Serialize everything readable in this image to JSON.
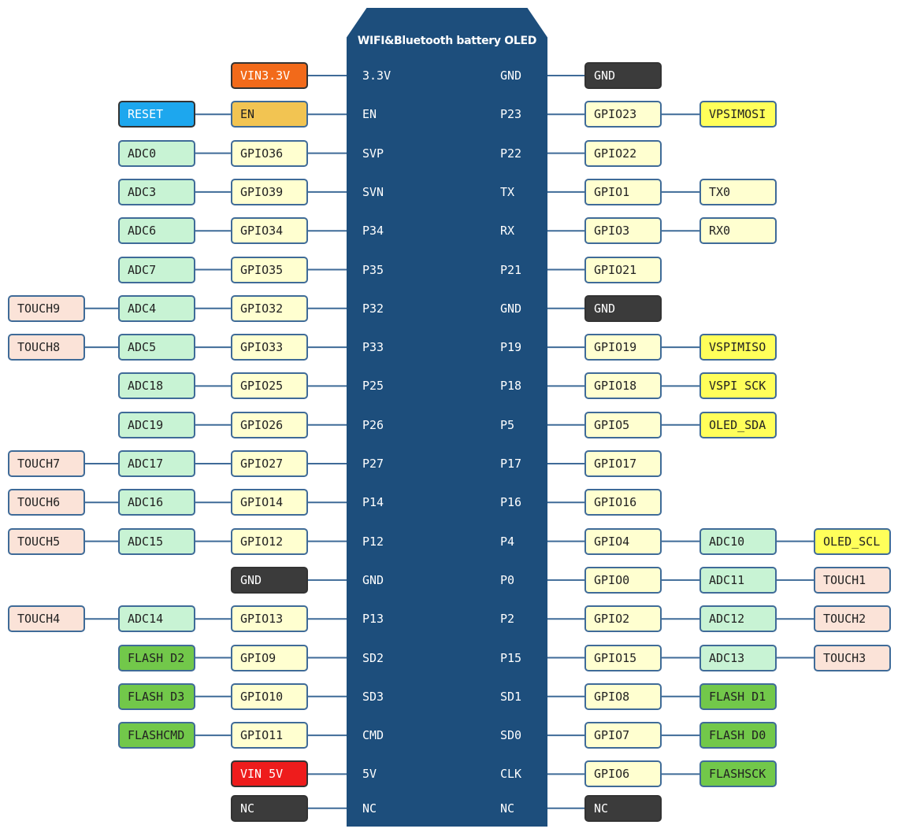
{
  "board_title": "WIFI&Bluetooth battery OLED",
  "colors": {
    "board": "#1d4e7c",
    "power": "#f26a1a",
    "en": "#f2c452",
    "reset": "#1da7ee",
    "gpio": "#ffffd0",
    "adc": "#c8f3d4",
    "touch": "#fbe3d8",
    "gnd": "#3b3b3b",
    "vin5": "#ee1c1c",
    "flash": "#72c84a",
    "spi_oled": "#ffff5a",
    "uart": "#ffffd0"
  },
  "left_pins": [
    {
      "label": "3.3V",
      "boxes": [
        "",
        "",
        "VIN3.3V"
      ],
      "types": [
        "",
        "",
        "power"
      ]
    },
    {
      "label": "EN",
      "boxes": [
        "",
        "RESET",
        "EN"
      ],
      "types": [
        "",
        "reset",
        "en"
      ]
    },
    {
      "label": "SVP",
      "boxes": [
        "",
        "ADC0",
        "GPIO36"
      ],
      "types": [
        "",
        "adc",
        "gpio"
      ]
    },
    {
      "label": "SVN",
      "boxes": [
        "",
        "ADC3",
        "GPIO39"
      ],
      "types": [
        "",
        "adc",
        "gpio"
      ]
    },
    {
      "label": "P34",
      "boxes": [
        "",
        "ADC6",
        "GPIO34"
      ],
      "types": [
        "",
        "adc",
        "gpio"
      ]
    },
    {
      "label": "P35",
      "boxes": [
        "",
        "ADC7",
        "GPIO35"
      ],
      "types": [
        "",
        "adc",
        "gpio"
      ]
    },
    {
      "label": "P32",
      "boxes": [
        "TOUCH9",
        "ADC4",
        "GPIO32"
      ],
      "types": [
        "touch",
        "adc",
        "gpio"
      ]
    },
    {
      "label": "P33",
      "boxes": [
        "TOUCH8",
        "ADC5",
        "GPIO33"
      ],
      "types": [
        "touch",
        "adc",
        "gpio"
      ]
    },
    {
      "label": "P25",
      "boxes": [
        "",
        "ADC18",
        "GPIO25"
      ],
      "types": [
        "",
        "adc",
        "gpio"
      ]
    },
    {
      "label": "P26",
      "boxes": [
        "",
        "ADC19",
        "GPIO26"
      ],
      "types": [
        "",
        "adc",
        "gpio"
      ]
    },
    {
      "label": "P27",
      "boxes": [
        "TOUCH7",
        "ADC17",
        "GPIO27"
      ],
      "types": [
        "touch",
        "adc",
        "gpio"
      ]
    },
    {
      "label": "P14",
      "boxes": [
        "TOUCH6",
        "ADC16",
        "GPIO14"
      ],
      "types": [
        "touch",
        "adc",
        "gpio"
      ]
    },
    {
      "label": "P12",
      "boxes": [
        "TOUCH5",
        "ADC15",
        "GPIO12"
      ],
      "types": [
        "touch",
        "adc",
        "gpio"
      ]
    },
    {
      "label": "GND",
      "boxes": [
        "",
        "",
        "GND"
      ],
      "types": [
        "",
        "",
        "gnd"
      ]
    },
    {
      "label": "P13",
      "boxes": [
        "TOUCH4",
        "ADC14",
        "GPIO13"
      ],
      "types": [
        "touch",
        "adc",
        "gpio"
      ]
    },
    {
      "label": "SD2",
      "boxes": [
        "",
        "FLASH D2",
        "GPIO9"
      ],
      "types": [
        "",
        "flash",
        "gpio"
      ]
    },
    {
      "label": "SD3",
      "boxes": [
        "",
        "FLASH D3",
        "GPIO10"
      ],
      "types": [
        "",
        "flash",
        "gpio"
      ]
    },
    {
      "label": "CMD",
      "boxes": [
        "",
        "FLASHCMD",
        "GPIO11"
      ],
      "types": [
        "",
        "flash",
        "gpio"
      ]
    },
    {
      "label": "5V",
      "boxes": [
        "",
        "",
        "VIN 5V"
      ],
      "types": [
        "",
        "",
        "vin5"
      ]
    },
    {
      "label": "NC",
      "boxes": [
        "",
        "",
        "NC"
      ],
      "types": [
        "",
        "",
        "gnd"
      ]
    }
  ],
  "right_pins": [
    {
      "label": "GND",
      "boxes": [
        "GND",
        "",
        ""
      ],
      "types": [
        "gnd",
        "",
        ""
      ]
    },
    {
      "label": "P23",
      "boxes": [
        "GPIO23",
        "VPSIMOSI",
        ""
      ],
      "types": [
        "gpio",
        "spi_oled",
        ""
      ]
    },
    {
      "label": "P22",
      "boxes": [
        "GPIO22",
        "",
        ""
      ],
      "types": [
        "gpio",
        "",
        ""
      ]
    },
    {
      "label": "TX",
      "boxes": [
        "GPIO1",
        "TX0",
        ""
      ],
      "types": [
        "gpio",
        "uart",
        ""
      ]
    },
    {
      "label": "RX",
      "boxes": [
        "GPIO3",
        "RX0",
        ""
      ],
      "types": [
        "gpio",
        "uart",
        ""
      ]
    },
    {
      "label": "P21",
      "boxes": [
        "GPIO21",
        "",
        ""
      ],
      "types": [
        "gpio",
        "",
        ""
      ]
    },
    {
      "label": "GND",
      "boxes": [
        "GND",
        "",
        ""
      ],
      "types": [
        "gnd",
        "",
        ""
      ]
    },
    {
      "label": "P19",
      "boxes": [
        "GPIO19",
        "VSPIMISO",
        ""
      ],
      "types": [
        "gpio",
        "spi_oled",
        ""
      ]
    },
    {
      "label": "P18",
      "boxes": [
        "GPIO18",
        "VSPI SCK",
        ""
      ],
      "types": [
        "gpio",
        "spi_oled",
        ""
      ]
    },
    {
      "label": "P5",
      "boxes": [
        "GPIO5",
        "OLED_SDA",
        ""
      ],
      "types": [
        "gpio",
        "spi_oled",
        ""
      ]
    },
    {
      "label": "P17",
      "boxes": [
        "GPIO17",
        "",
        ""
      ],
      "types": [
        "gpio",
        "",
        ""
      ]
    },
    {
      "label": "P16",
      "boxes": [
        "GPIO16",
        "",
        ""
      ],
      "types": [
        "gpio",
        "",
        ""
      ]
    },
    {
      "label": "P4",
      "boxes": [
        "GPIO4",
        "ADC10",
        "OLED_SCL"
      ],
      "types": [
        "gpio",
        "adc",
        "spi_oled"
      ]
    },
    {
      "label": "P0",
      "boxes": [
        "GPIO0",
        "ADC11",
        "TOUCH1"
      ],
      "types": [
        "gpio",
        "adc",
        "touch"
      ]
    },
    {
      "label": "P2",
      "boxes": [
        "GPIO2",
        "ADC12",
        "TOUCH2"
      ],
      "types": [
        "gpio",
        "adc",
        "touch"
      ]
    },
    {
      "label": "P15",
      "boxes": [
        "GPIO15",
        "ADC13",
        "TOUCH3"
      ],
      "types": [
        "gpio",
        "adc",
        "touch"
      ]
    },
    {
      "label": "SD1",
      "boxes": [
        "GPIO8",
        "FLASH D1",
        ""
      ],
      "types": [
        "gpio",
        "flash",
        ""
      ]
    },
    {
      "label": "SD0",
      "boxes": [
        "GPIO7",
        "FLASH D0",
        ""
      ],
      "types": [
        "gpio",
        "flash",
        ""
      ]
    },
    {
      "label": "CLK",
      "boxes": [
        "GPIO6",
        "FLASHSCK",
        ""
      ],
      "types": [
        "gpio",
        "flash",
        ""
      ]
    },
    {
      "label": "NC",
      "boxes": [
        "NC",
        "",
        ""
      ],
      "types": [
        "gnd",
        "",
        ""
      ]
    }
  ]
}
